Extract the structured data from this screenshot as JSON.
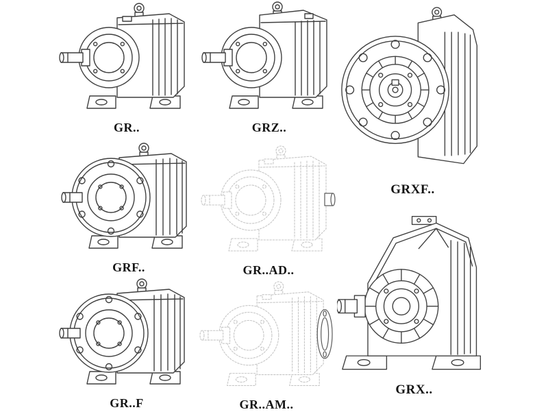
{
  "page": {
    "background": "#ffffff",
    "line_color": "#3f3f3f",
    "ghost_line_color": "#c6c6c6"
  },
  "items": [
    {
      "name": "gr",
      "label": "GR..",
      "style": "solid-line-drawing"
    },
    {
      "name": "grz",
      "label": "GRZ..",
      "style": "solid-line-drawing"
    },
    {
      "name": "grxf",
      "label": "GRXF..",
      "style": "solid-line-drawing"
    },
    {
      "name": "grf",
      "label": "GRF..",
      "style": "solid-line-drawing"
    },
    {
      "name": "gr-ad",
      "label": "GR..AD..",
      "style": "dotted-ghost-drawing"
    },
    {
      "name": "gr-f",
      "label": "GR..F",
      "style": "solid-line-drawing"
    },
    {
      "name": "gr-am",
      "label": "GR..AM..",
      "style": "dotted-ghost-drawing"
    },
    {
      "name": "grx",
      "label": "GRX..",
      "style": "solid-line-drawing"
    }
  ]
}
